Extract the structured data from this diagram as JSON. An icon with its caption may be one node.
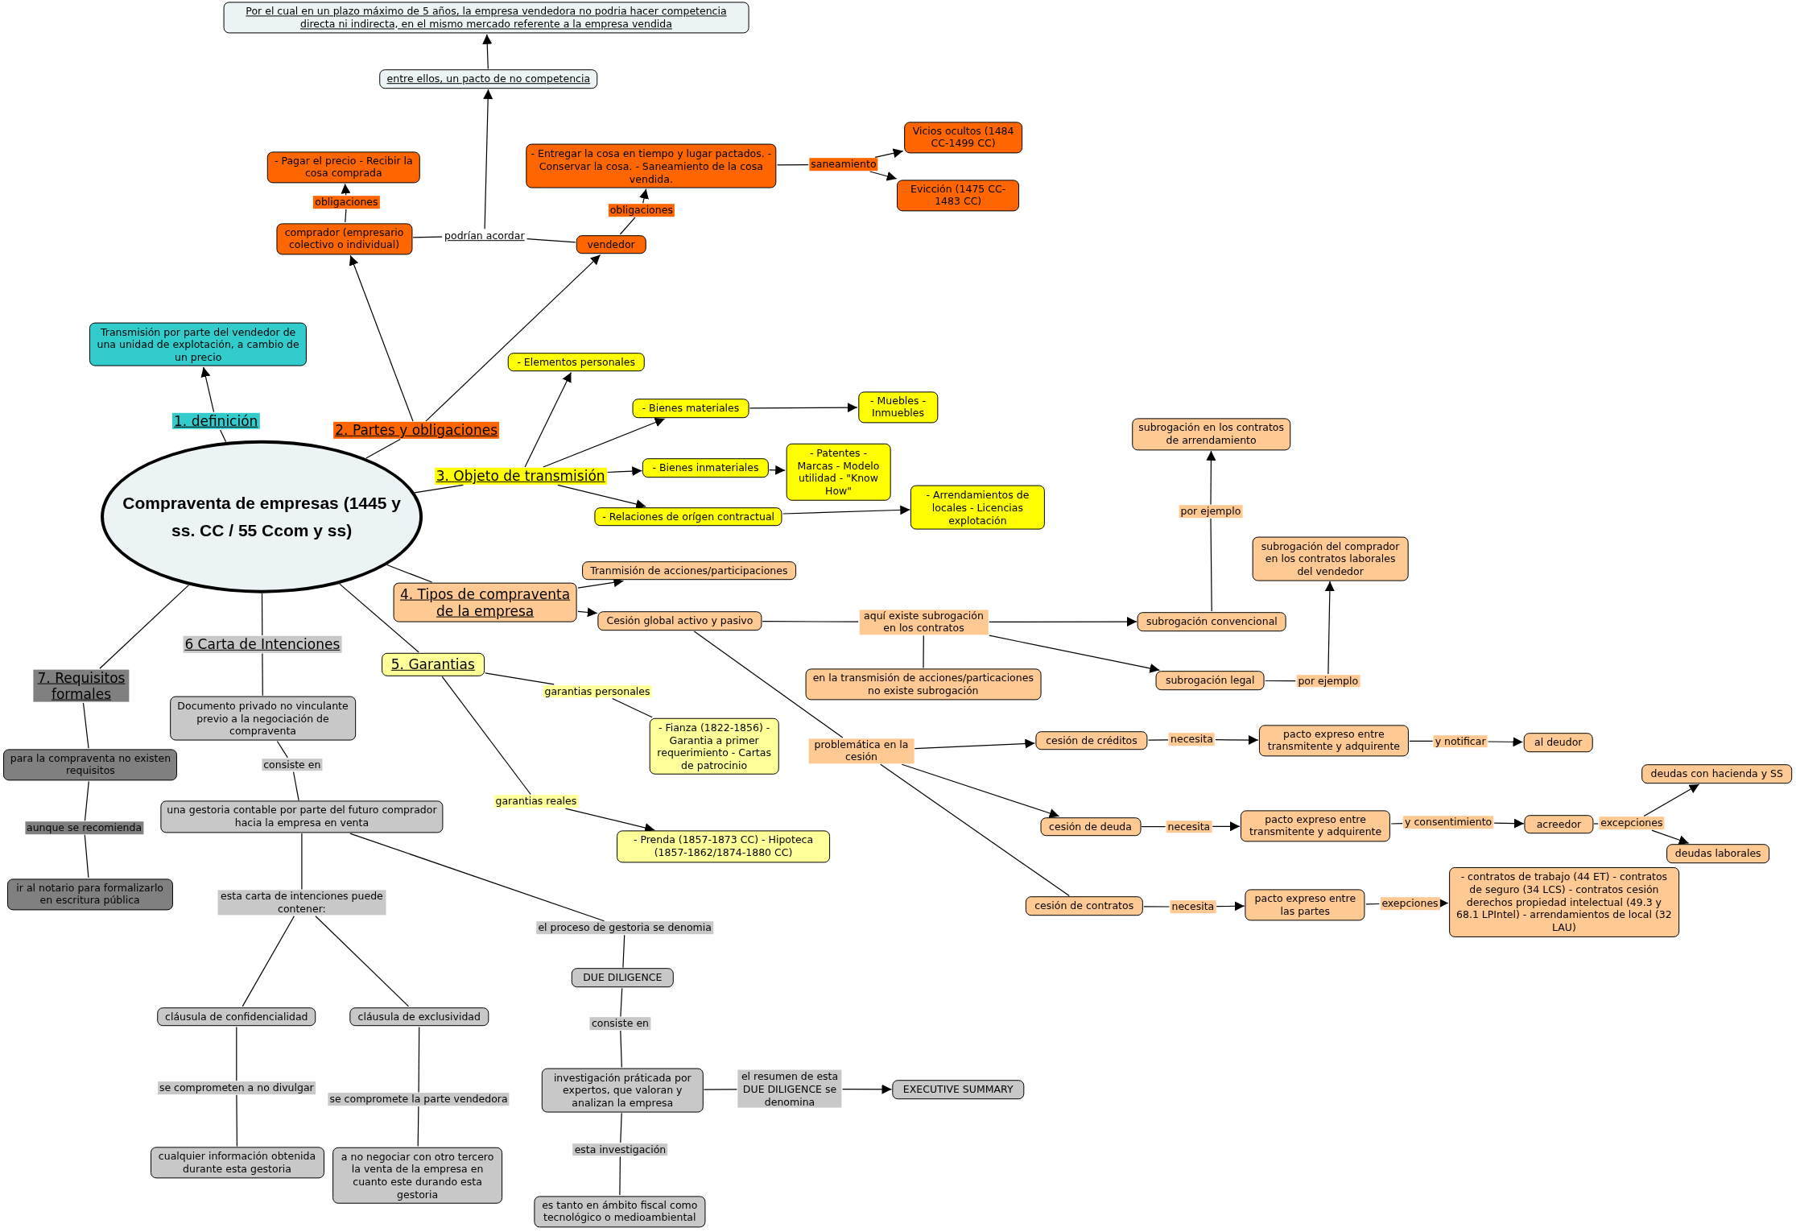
{
  "diagram": {
    "nodes": [
      {
        "text": [
          "Por el cual en un plazo máximo de 5 años, la empresa vendedora no podria hacer competencia directa ni indirecta, en el mismo mercado referente a la empresa vendida"
        ]
      },
      {
        "text": [
          "entre ellos, un pacto de no competencia"
        ]
      },
      {
        "text": [
          "- Pagar el precio - Recibir la cosa comprada"
        ]
      },
      {
        "text": [
          "obligaciones"
        ]
      },
      {
        "text": [
          "comprador (empresario colectivo o individual)"
        ]
      },
      {
        "text": [
          "podrían acordar"
        ]
      },
      {
        "text": [
          "vendedor"
        ]
      },
      {
        "text": [
          "obligaciones"
        ]
      },
      {
        "text": [
          "- Entregar la cosa en tiempo y lugar pactados. - Conservar la cosa. - Saneamiento de la cosa vendida."
        ]
      },
      {
        "text": [
          "saneamiento"
        ]
      },
      {
        "text": [
          "Vicios ocultos (1484 CC-1499 CC)"
        ]
      },
      {
        "text": [
          "Evicción (1475 CC- 1483 CC)"
        ]
      },
      {
        "text": [
          "Transmisión por parte del vendedor de una unidad de explotación, a cambio de un precio"
        ]
      },
      {
        "text": [
          "1. definición"
        ]
      },
      {
        "text": [
          "Compraventa de empresas (1445 y ss. CC / 55 Ccom y ss)"
        ]
      },
      {
        "text": [
          "2. Partes y obligaciones"
        ]
      },
      {
        "text": [
          "3. Objeto de transmisión"
        ]
      },
      {
        "text": [
          "- Elementos personales"
        ]
      },
      {
        "text": [
          "- Bienes materiales"
        ]
      },
      {
        "text": [
          "- Muebles -Inmuebles"
        ]
      },
      {
        "text": [
          "- Bienes inmateriales"
        ]
      },
      {
        "text": [
          "- Patentes - Marcas - Modelo utilidad - \"Know How\""
        ]
      },
      {
        "text": [
          "- Relaciones de orígen contractual"
        ]
      },
      {
        "text": [
          "- Arrendamientos de locales - Licencias explotación"
        ]
      },
      {
        "text": [
          "4. Tipos de compraventa de la empresa"
        ]
      },
      {
        "text": [
          "Tranmisión de acciones/participaciones"
        ]
      },
      {
        "text": [
          "Cesión global activo y pasivo"
        ]
      },
      {
        "text": [
          "aquí existe subrogación en los contratos"
        ]
      },
      {
        "text": [
          "en la transmisión de acciones/particaciones no existe subrogación"
        ]
      },
      {
        "text": [
          "subrogación en los contratos de arrendamiento"
        ]
      },
      {
        "text": [
          "por ejemplo"
        ]
      },
      {
        "text": [
          "subrogación convencional"
        ]
      },
      {
        "text": [
          "subrogación del comprador en los contratos laborales del vendedor"
        ]
      },
      {
        "text": [
          "subrogación legal"
        ]
      },
      {
        "text": [
          "por ejemplo"
        ]
      },
      {
        "text": [
          "problemática en la cesión"
        ]
      },
      {
        "text": [
          "cesión de créditos"
        ]
      },
      {
        "text": [
          "necesita"
        ]
      },
      {
        "text": [
          "pacto expreso entre transmitente y adquirente"
        ]
      },
      {
        "text": [
          "y notificar"
        ]
      },
      {
        "text": [
          "al deudor"
        ]
      },
      {
        "text": [
          "cesión de deuda"
        ]
      },
      {
        "text": [
          "necesita"
        ]
      },
      {
        "text": [
          "pacto expreso entre transmitente y adquirente"
        ]
      },
      {
        "text": [
          "y consentimiento"
        ]
      },
      {
        "text": [
          "acreedor"
        ]
      },
      {
        "text": [
          "excepciones"
        ]
      },
      {
        "text": [
          "deudas con hacienda y SS"
        ]
      },
      {
        "text": [
          "deudas laborales"
        ]
      },
      {
        "text": [
          "cesión de contratos"
        ]
      },
      {
        "text": [
          "necesita"
        ]
      },
      {
        "text": [
          "pacto expreso entre las partes"
        ]
      },
      {
        "text": [
          "exepciones"
        ]
      },
      {
        "text": [
          "- contratos de trabajo (44 ET) - contratos de seguro (34 LCS) - contratos cesión derechos propiedad intelectual (49.3 y 68.1 LPIntel) - arrendamientos de local (32 LAU)"
        ]
      },
      {
        "text": [
          "5. Garantias"
        ]
      },
      {
        "text": [
          "garantias personales"
        ]
      },
      {
        "text": [
          "- Fianza (1822-1856) - Garantia a primer requerimiento - Cartas de patrocinio"
        ]
      },
      {
        "text": [
          "garantias reales"
        ]
      },
      {
        "text": [
          "- Prenda (1857-1873 CC) - Hipoteca (1857-1862/1874-1880 CC)"
        ]
      },
      {
        "text": [
          "6 Carta de Intenciones"
        ]
      },
      {
        "text": [
          "Documento privado no vinculante previo a la negociación de compraventa"
        ]
      },
      {
        "text": [
          "consiste en"
        ]
      },
      {
        "text": [
          "una gestoria contable por parte del futuro comprador hacia la empresa en venta"
        ]
      },
      {
        "text": [
          "esta carta de intenciones puede contener:"
        ]
      },
      {
        "text": [
          "cláusula de confidencialidad"
        ]
      },
      {
        "text": [
          "cláusula de exclusividad"
        ]
      },
      {
        "text": [
          "se comprometen a no divulgar"
        ]
      },
      {
        "text": [
          "cualquier información obtenida durante esta gestoria"
        ]
      },
      {
        "text": [
          "se compromete la parte vendedora"
        ]
      },
      {
        "text": [
          "a no negociar con otro tercero la venta de la empresa en cuanto este durando esta gestoria"
        ]
      },
      {
        "text": [
          "el proceso de gestoria se denomia"
        ]
      },
      {
        "text": [
          "DUE DILIGENCE"
        ]
      },
      {
        "text": [
          "consiste en"
        ]
      },
      {
        "text": [
          "investigación práticada por expertos, que valoran y analizan la empresa"
        ]
      },
      {
        "text": [
          "el resumen de esta DUE DILIGENCE se denomina"
        ]
      },
      {
        "text": [
          "EXECUTIVE SUMMARY"
        ]
      },
      {
        "text": [
          "esta investigación"
        ]
      },
      {
        "text": [
          "es tanto en ámbito fiscal como tecnológico o medioambiental"
        ]
      },
      {
        "text": [
          "7. Requisitos formales"
        ]
      },
      {
        "text": [
          "para la compraventa no existen requisitos"
        ]
      },
      {
        "text": [
          "aunque se recomienda"
        ]
      },
      {
        "text": [
          "ir al notario para formalizarlo en escritura pública"
        ]
      }
    ],
    "edges": [
      {
        "from": 1,
        "to": 0,
        "arrow": "to"
      },
      {
        "from": 5,
        "to": 1,
        "arrow": "to"
      },
      {
        "from": 4,
        "to": 5,
        "arrow": "none"
      },
      {
        "from": 6,
        "to": 5,
        "arrow": "none"
      },
      {
        "from": 4,
        "to": 3,
        "arrow": "none"
      },
      {
        "from": 3,
        "to": 2,
        "arrow": "to"
      },
      {
        "from": 6,
        "to": 7,
        "arrow": "none"
      },
      {
        "from": 7,
        "to": 8,
        "arrow": "to"
      },
      {
        "from": 8,
        "to": 9,
        "arrow": "none"
      },
      {
        "from": 9,
        "to": 10,
        "arrow": "to"
      },
      {
        "from": 9,
        "to": 11,
        "arrow": "to"
      },
      {
        "from": 14,
        "to": 13,
        "arrow": "none"
      },
      {
        "from": 13,
        "to": 12,
        "arrow": "to"
      },
      {
        "from": 14,
        "to": 15,
        "arrow": "none"
      },
      {
        "from": 15,
        "to": 4,
        "arrow": "to"
      },
      {
        "from": 15,
        "to": 6,
        "arrow": "to"
      },
      {
        "from": 14,
        "to": 16,
        "arrow": "none"
      },
      {
        "from": 16,
        "to": 17,
        "arrow": "to"
      },
      {
        "from": 16,
        "to": 18,
        "arrow": "to"
      },
      {
        "from": 16,
        "to": 20,
        "arrow": "to"
      },
      {
        "from": 16,
        "to": 22,
        "arrow": "to"
      },
      {
        "from": 18,
        "to": 19,
        "arrow": "to"
      },
      {
        "from": 20,
        "to": 21,
        "arrow": "to"
      },
      {
        "from": 22,
        "to": 23,
        "arrow": "to"
      },
      {
        "from": 14,
        "to": 24,
        "arrow": "none"
      },
      {
        "from": 24,
        "to": 25,
        "arrow": "to"
      },
      {
        "from": 24,
        "to": 26,
        "arrow": "to"
      },
      {
        "from": 26,
        "to": 27,
        "arrow": "none"
      },
      {
        "from": 27,
        "to": 31,
        "arrow": "to"
      },
      {
        "from": 27,
        "to": 33,
        "arrow": "to"
      },
      {
        "from": 27,
        "to": 28,
        "arrow": "none"
      },
      {
        "from": 31,
        "to": 30,
        "arrow": "none"
      },
      {
        "from": 30,
        "to": 29,
        "arrow": "to"
      },
      {
        "from": 33,
        "to": 34,
        "arrow": "none"
      },
      {
        "from": 34,
        "to": 32,
        "arrow": "to"
      },
      {
        "from": 26,
        "to": 35,
        "arrow": "none"
      },
      {
        "from": 35,
        "to": 36,
        "arrow": "to"
      },
      {
        "from": 35,
        "to": 41,
        "arrow": "to"
      },
      {
        "from": 35,
        "to": 49,
        "arrow": "none"
      },
      {
        "from": 36,
        "to": 37,
        "arrow": "none"
      },
      {
        "from": 37,
        "to": 38,
        "arrow": "to"
      },
      {
        "from": 38,
        "to": 39,
        "arrow": "none"
      },
      {
        "from": 39,
        "to": 40,
        "arrow": "to"
      },
      {
        "from": 41,
        "to": 42,
        "arrow": "none"
      },
      {
        "from": 42,
        "to": 43,
        "arrow": "to"
      },
      {
        "from": 43,
        "to": 44,
        "arrow": "none"
      },
      {
        "from": 44,
        "to": 45,
        "arrow": "to"
      },
      {
        "from": 45,
        "to": 46,
        "arrow": "none"
      },
      {
        "from": 46,
        "to": 47,
        "arrow": "to"
      },
      {
        "from": 46,
        "to": 48,
        "arrow": "to"
      },
      {
        "from": 49,
        "to": 50,
        "arrow": "none"
      },
      {
        "from": 50,
        "to": 51,
        "arrow": "to"
      },
      {
        "from": 51,
        "to": 52,
        "arrow": "none"
      },
      {
        "from": 52,
        "to": 53,
        "arrow": "to"
      },
      {
        "from": 14,
        "to": 54,
        "arrow": "none"
      },
      {
        "from": 54,
        "to": 55,
        "arrow": "none"
      },
      {
        "from": 55,
        "to": 56,
        "arrow": "none"
      },
      {
        "from": 54,
        "to": 57,
        "arrow": "none"
      },
      {
        "from": 57,
        "to": 58,
        "arrow": "to"
      },
      {
        "from": 14,
        "to": 59,
        "arrow": "none"
      },
      {
        "from": 59,
        "to": 60,
        "arrow": "none"
      },
      {
        "from": 60,
        "to": 61,
        "arrow": "none"
      },
      {
        "from": 61,
        "to": 62,
        "arrow": "none"
      },
      {
        "from": 62,
        "to": 63,
        "arrow": "none"
      },
      {
        "from": 63,
        "to": 64,
        "arrow": "none"
      },
      {
        "from": 63,
        "to": 65,
        "arrow": "none"
      },
      {
        "from": 64,
        "to": 66,
        "arrow": "none"
      },
      {
        "from": 66,
        "to": 67,
        "arrow": "none"
      },
      {
        "from": 65,
        "to": 68,
        "arrow": "none"
      },
      {
        "from": 68,
        "to": 69,
        "arrow": "none"
      },
      {
        "from": 62,
        "to": 70,
        "arrow": "none"
      },
      {
        "from": 70,
        "to": 71,
        "arrow": "none"
      },
      {
        "from": 71,
        "to": 72,
        "arrow": "none"
      },
      {
        "from": 72,
        "to": 73,
        "arrow": "none"
      },
      {
        "from": 73,
        "to": 74,
        "arrow": "none"
      },
      {
        "from": 74,
        "to": 75,
        "arrow": "to"
      },
      {
        "from": 73,
        "to": 76,
        "arrow": "none"
      },
      {
        "from": 76,
        "to": 77,
        "arrow": "none"
      },
      {
        "from": 14,
        "to": 78,
        "arrow": "none"
      },
      {
        "from": 78,
        "to": 79,
        "arrow": "none"
      },
      {
        "from": 79,
        "to": 80,
        "arrow": "none"
      },
      {
        "from": 80,
        "to": 81,
        "arrow": "none"
      }
    ]
  }
}
